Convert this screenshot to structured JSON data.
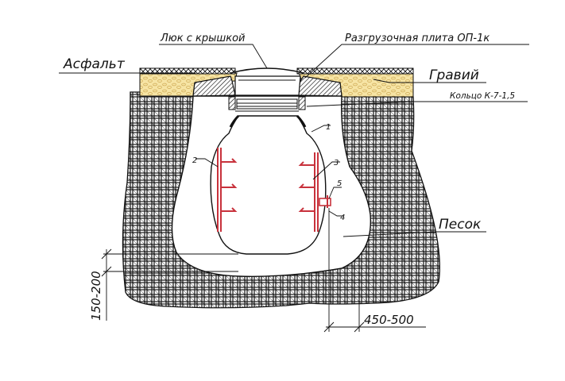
{
  "labels": {
    "hatch": "Люк с крышкой",
    "slab": "Разгрузочная плита ОП-1к",
    "asphalt": "Асфальт",
    "gravel": "Гравий",
    "ring": "Кольцо К-7-1,5",
    "sand": "Песок"
  },
  "callouts": {
    "n1": "1",
    "n2": "2",
    "n3": "3",
    "n4": "4",
    "n5": "5"
  },
  "dimensions": {
    "depth": "150-200",
    "offset": "450-500"
  },
  "colors": {
    "gravel": "#f6e4a4",
    "ladder": "#c8323c",
    "soil_hatch": "#222222"
  }
}
